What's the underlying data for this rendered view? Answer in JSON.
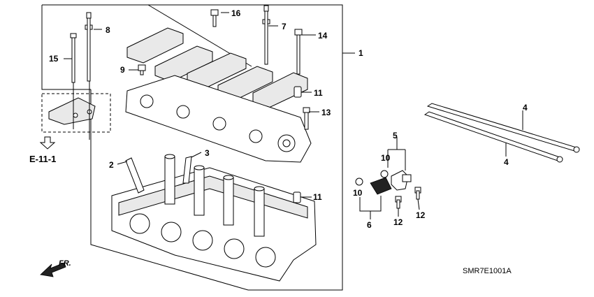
{
  "diagram": {
    "id_code": "SMR7E1001A",
    "ref_label": "E-11-1",
    "front_label": "FR.",
    "callouts": {
      "c1": "1",
      "c2": "2",
      "c3": "3",
      "c4a": "4",
      "c4b": "4",
      "c5": "5",
      "c6": "6",
      "c7": "7",
      "c8": "8",
      "c9": "9",
      "c10a": "10",
      "c10b": "10",
      "c11a": "11",
      "c11b": "11",
      "c12a": "12",
      "c12b": "12",
      "c13": "13",
      "c14": "14",
      "c15": "15",
      "c16": "16"
    }
  }
}
